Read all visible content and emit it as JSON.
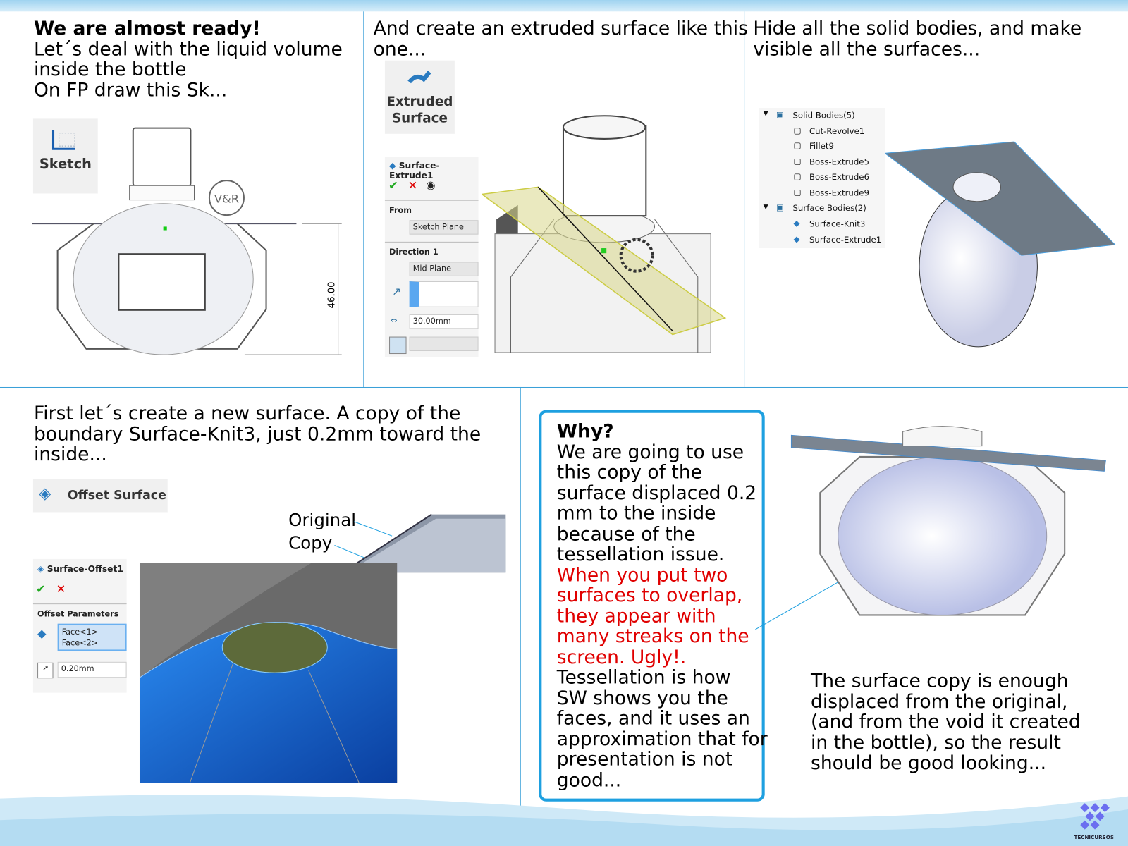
{
  "panel1": {
    "title": "We are almost ready!",
    "lines": [
      "Let´s deal with the liquid volume",
      "inside the bottle",
      "On FP draw this Sk..."
    ],
    "sketch_button": "Sketch",
    "dimension": "46.00",
    "logo_text": "V&R"
  },
  "panel2": {
    "lines": [
      "And create an extruded surface like this",
      "one..."
    ],
    "extruded_button": [
      "Extruded",
      "Surface"
    ],
    "pm": {
      "title": "Surface-Extrude1",
      "from_label": "From",
      "from_value": "Sketch Plane",
      "direction_label": "Direction 1",
      "direction_value": "Mid Plane",
      "depth": "30.00mm"
    }
  },
  "panel3": {
    "lines": [
      "Hide all the solid bodies, and make",
      "visible all the surfaces..."
    ],
    "tree": {
      "solid": "Solid Bodies(5)",
      "solid_items": [
        "Cut-Revolve1",
        "Fillet9",
        "Boss-Extrude5",
        "Boss-Extrude6",
        "Boss-Extrude9"
      ],
      "surface": "Surface Bodies(2)",
      "surface_items": [
        "Surface-Knit3",
        "Surface-Extrude1"
      ]
    }
  },
  "panel4": {
    "lines": [
      "First let´s create a new surface. A copy of the",
      "boundary Surface-Knit3, just 0.2mm toward the",
      "inside..."
    ],
    "offset_button": "Offset Surface",
    "label_original": "Original",
    "label_copy": "Copy",
    "pm": {
      "title": "Surface-Offset1",
      "params_label": "Offset Parameters",
      "faces": [
        "Face<1>",
        "Face<2>"
      ],
      "distance": "0.20mm"
    }
  },
  "why": {
    "title": "Why?",
    "black1": [
      "We are going to use",
      "this copy of the",
      "surface displaced 0.2",
      "mm to the inside",
      "because of the",
      "tessellation issue."
    ],
    "red": [
      "When you put two",
      "surfaces to overlap,",
      "they appear with",
      "many streaks on the",
      "screen. Ugly!."
    ],
    "black2": [
      "Tessellation is how",
      "SW shows you the",
      "faces, and it uses an",
      "approximation that for",
      "presentation is not",
      "good..."
    ]
  },
  "panel5": {
    "lines": [
      "The surface copy is enough",
      "displaced from the original,",
      "(and from the void it created",
      "in the bottle), so the result",
      "should be good looking..."
    ]
  },
  "footer": {
    "brand": "TECNICURSOS"
  },
  "colors": {
    "accent": "#1ea0e0",
    "red": "#e00000",
    "surface_blue": "#1a6fe0"
  }
}
